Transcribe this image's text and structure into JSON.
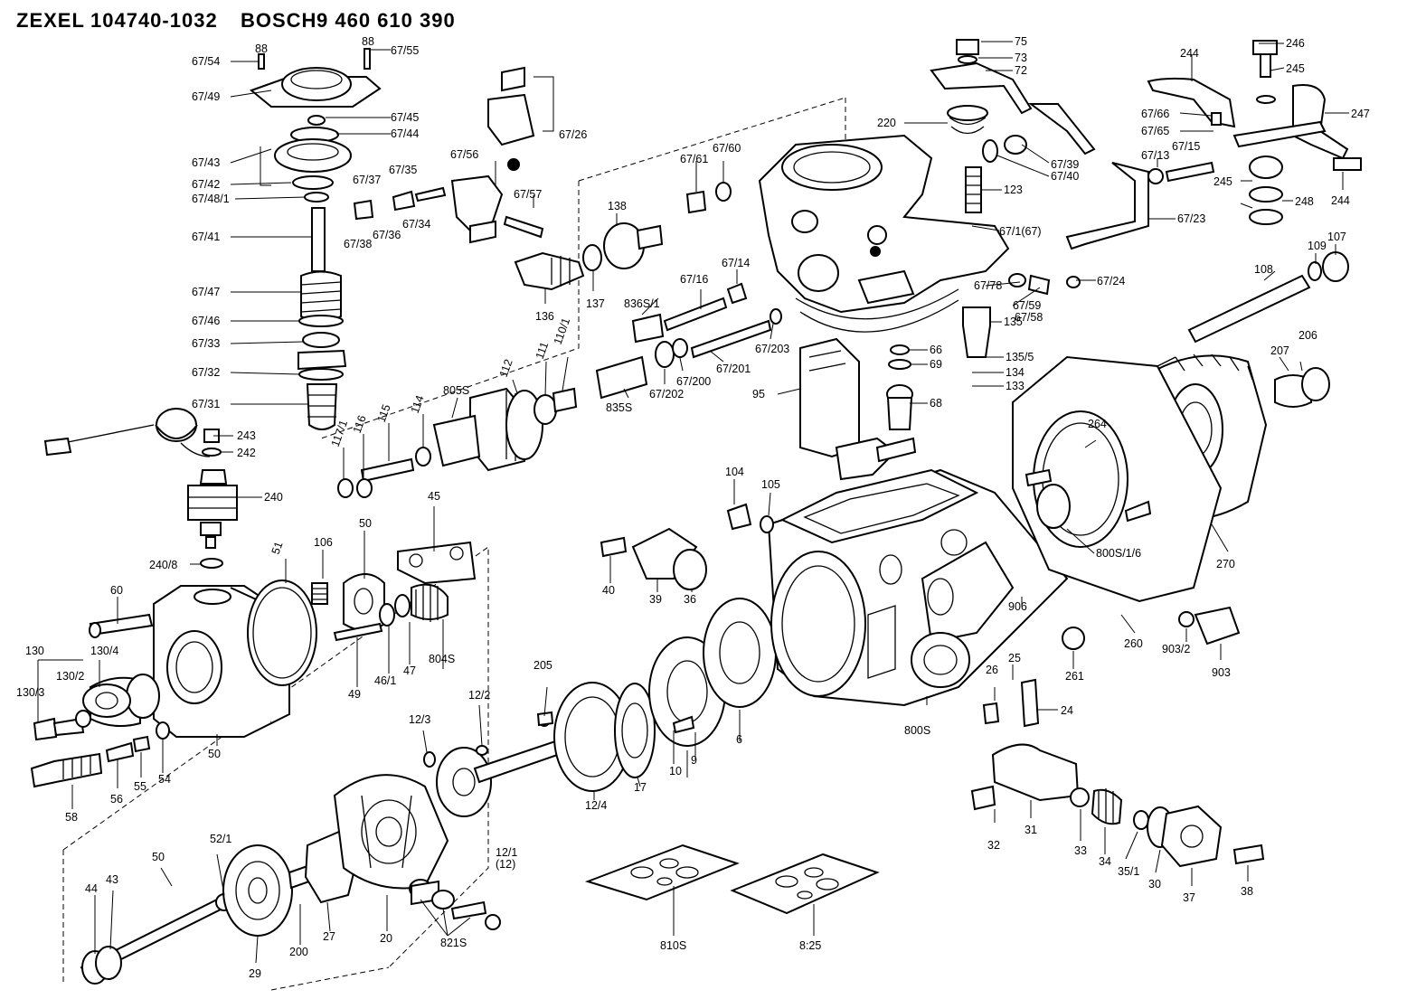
{
  "header": {
    "brand1": "ZEXEL",
    "number1": "104740-1032",
    "brand2": "BOSCH",
    "number2": "9 460 610 390"
  },
  "labels": {
    "p67_54": "67/54",
    "p88a": "88",
    "p88b": "88",
    "p67_55": "67/55",
    "p67_49": "67/49",
    "p67_45": "67/45",
    "p67_44": "67/44",
    "p67_43": "67/43",
    "p67_42": "67/42",
    "p67_48_1": "67/48/1",
    "p67_41": "67/41",
    "p67_47": "67/47",
    "p67_46": "67/46",
    "p67_33": "67/33",
    "p67_32": "67/32",
    "p67_31": "67/31",
    "p67_37": "67/37",
    "p67_35": "67/35",
    "p67_38": "67/38",
    "p67_36": "67/36",
    "p67_34": "67/34",
    "p67_56": "67/56",
    "p67_57": "67/57",
    "p67_26": "67/26",
    "p138": "138",
    "p137": "137",
    "p136": "136",
    "p67_61": "67/61",
    "p67_60": "67/60",
    "p67_14": "67/14",
    "p67_16": "67/16",
    "p836s_1": "836S/1",
    "p67_203": "67/203",
    "p67_201": "67/201",
    "p67_200": "67/200",
    "p67_202": "67/202",
    "p835s": "835S",
    "p110_1": "110/1",
    "p111": "111",
    "p112": "112",
    "p805s": "805S",
    "p114": "114",
    "p115": "115",
    "p116": "116",
    "p117_1": "117/1",
    "p243": "243",
    "p242": "242",
    "p240": "240",
    "p240_8": "240/8",
    "p45": "45",
    "p50a": "50",
    "p51": "51",
    "p106": "106",
    "p60": "60",
    "p130": "130",
    "p130_2": "130/2",
    "p130_3": "130/3",
    "p130_4": "130/4",
    "p49": "49",
    "p46_1": "46/1",
    "p47": "47",
    "p804s": "804S",
    "p50b": "50",
    "p54": "54",
    "p55": "55",
    "p56": "56",
    "p58": "58",
    "p75": "75",
    "p73": "73",
    "p72": "72",
    "p220": "220",
    "p67_39": "67/39",
    "p67_40": "67/40",
    "p123": "123",
    "p67_1": "67/1(67)",
    "p67_78": "67/78",
    "p67_59": "67/59",
    "p67_58": "67/58",
    "p67_24": "67/24",
    "p135": "135",
    "p66": "66",
    "p69": "69",
    "p135_5": "135/5",
    "p134": "134",
    "p133": "133",
    "p68": "68",
    "p95": "95",
    "p104": "104",
    "p105": "105",
    "p40": "40",
    "p39": "39",
    "p36": "36",
    "p244a": "244",
    "p246": "246",
    "p245a": "245",
    "p247": "247",
    "p67_66": "67/66",
    "p67_65": "67/65",
    "p67_15": "67/15",
    "p67_13": "67/13",
    "p245b": "245",
    "p248": "248",
    "p244b": "244",
    "p67_23": "67/23",
    "p108": "108",
    "p109": "109",
    "p107": "107",
    "p207": "207",
    "p206": "206",
    "p264": "264",
    "p800s_1_6": "800S/1/6",
    "p270": "270",
    "p906": "906",
    "p260": "260",
    "p261": "261",
    "p903_2": "903/2",
    "p903": "903",
    "p800s": "800S",
    "p26": "26",
    "p25": "25",
    "p24": "24",
    "p205": "205",
    "p12_2": "12/2",
    "p12_3": "12/3",
    "p17": "17",
    "p10": "10",
    "p9": "9",
    "p6": "6",
    "p12_4": "12/4",
    "p12_1": "12/1",
    "p12_1b": "(12)",
    "p32": "32",
    "p31": "31",
    "p33": "33",
    "p34": "34",
    "p35_1": "35/1",
    "p30": "30",
    "p37": "37",
    "p38": "38",
    "p52_1": "52/1",
    "p50c": "50",
    "p44": "44",
    "p43": "43",
    "p29": "29",
    "p200": "200",
    "p27": "27",
    "p20": "20",
    "p821s": "821S",
    "p810s": "810S",
    "p825s": "8:25"
  },
  "colors": {
    "ink": "#000000",
    "paper": "#ffffff"
  }
}
